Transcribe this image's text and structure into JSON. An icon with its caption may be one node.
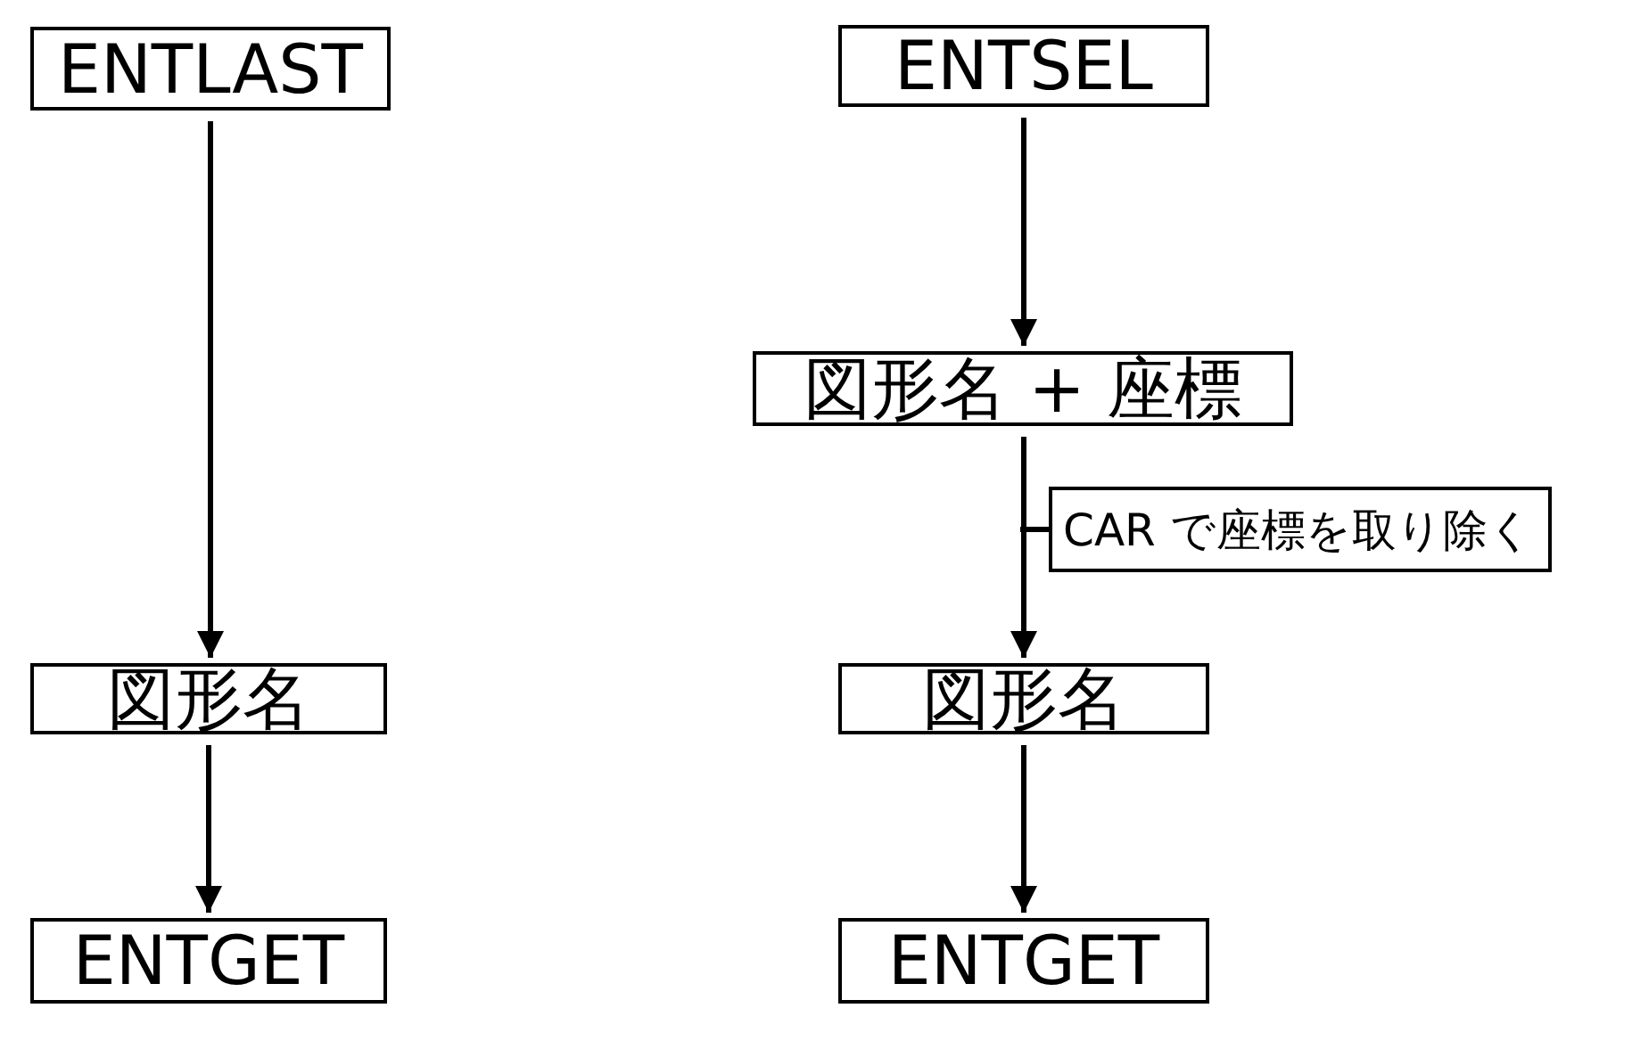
{
  "diagram": {
    "nodes": [
      {
        "text": [
          "ENTLAST"
        ]
      },
      {
        "text": [
          "図形名"
        ]
      },
      {
        "text": [
          "ENTGET"
        ]
      },
      {
        "text": [
          "ENTSEL"
        ]
      },
      {
        "text": [
          "図形名 + 座標"
        ]
      },
      {
        "text": [
          "図形名"
        ]
      },
      {
        "text": [
          "ENTGET"
        ]
      },
      {
        "text": [
          "CAR で座標を取り除く"
        ]
      }
    ],
    "edges": [
      {
        "from": 0,
        "to": 1,
        "arrow": "to"
      },
      {
        "from": 1,
        "to": 2,
        "arrow": "to"
      },
      {
        "from": 3,
        "to": 4,
        "arrow": "to"
      },
      {
        "from": 4,
        "to": 5,
        "arrow": "to"
      },
      {
        "from": 5,
        "to": 6,
        "arrow": "to"
      },
      {
        "from": 7,
        "to": null,
        "arrow": "none"
      }
    ]
  }
}
